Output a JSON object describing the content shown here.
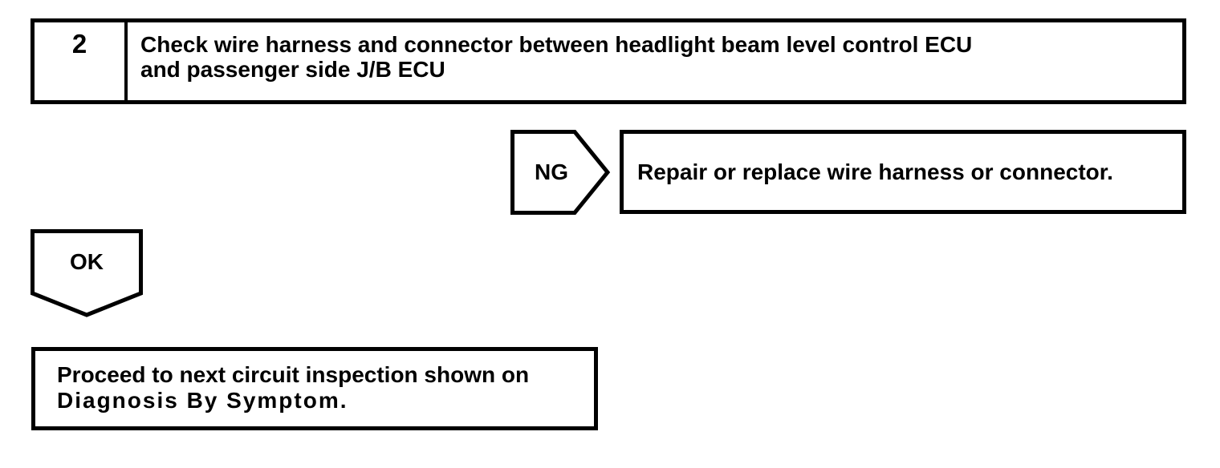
{
  "page": {
    "background_color": "#ffffff",
    "ink_color": "#000000"
  },
  "flowchart": {
    "step": {
      "number": "2",
      "title_lines": {
        "0": "Check wire harness and connector between headlight beam level control ECU",
        "1": "and passenger side J/B ECU"
      }
    },
    "ng_branch": {
      "label": "NG",
      "icon": "pentagon-arrow-right-icon",
      "action": "Repair or replace wire harness or connector."
    },
    "ok_branch": {
      "label": "OK",
      "icon": "pentagon-arrow-down-icon",
      "result_lines": {
        "0": "Proceed to next circuit inspection shown on",
        "1": "Diagnosis By Symptom."
      }
    }
  }
}
